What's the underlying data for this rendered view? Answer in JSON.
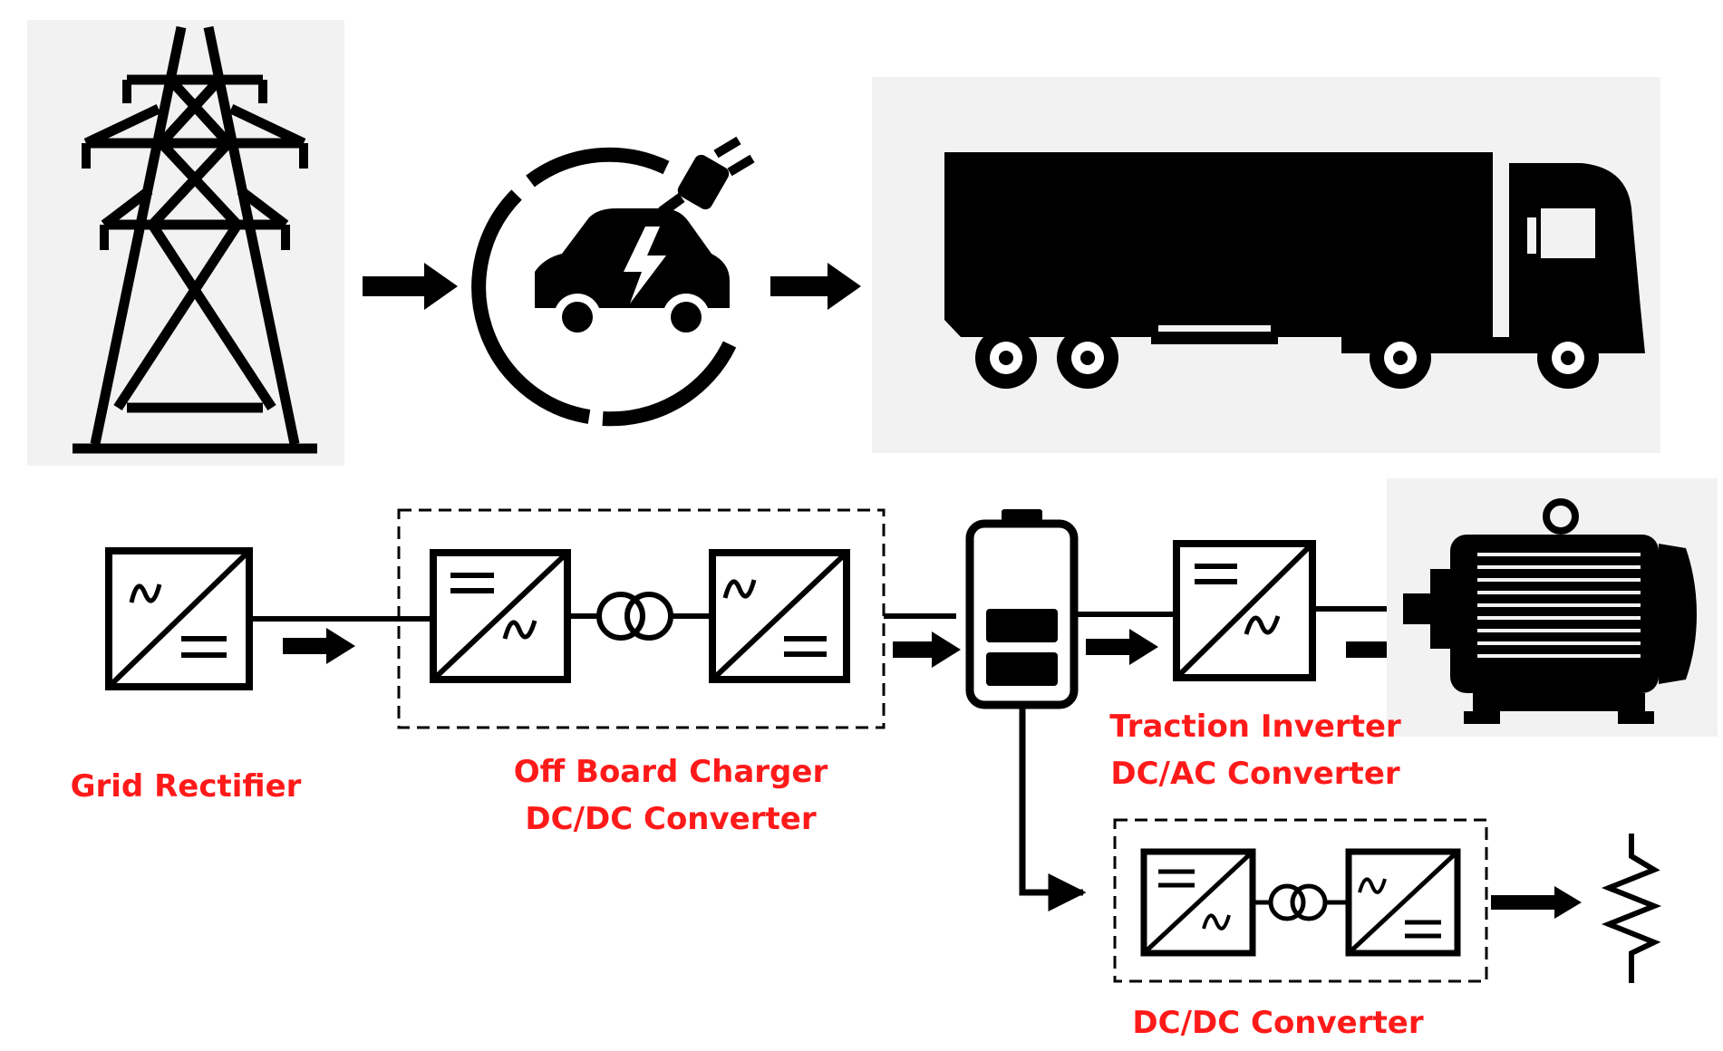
{
  "labels": {
    "grid_rectifier": "Grid Rectifier",
    "off_board_charger_line1": "Off Board Charger",
    "off_board_charger_line2": "DC/DC Converter",
    "traction_inverter_line1": "Traction Inverter",
    "traction_inverter_line2": "DC/AC Converter",
    "dcdc_converter": "DC/DC Converter"
  },
  "colors": {
    "label": "#ff1a1a",
    "icon": "#000000",
    "panel": "#f2f2f2"
  },
  "icons": {
    "grid": "transmission-tower-icon",
    "charger": "ev-charging-icon",
    "vehicle": "truck-icon",
    "motor": "electric-motor-icon",
    "battery": "battery-icon",
    "load": "resistor-icon",
    "transformer": "transformer-icon"
  }
}
